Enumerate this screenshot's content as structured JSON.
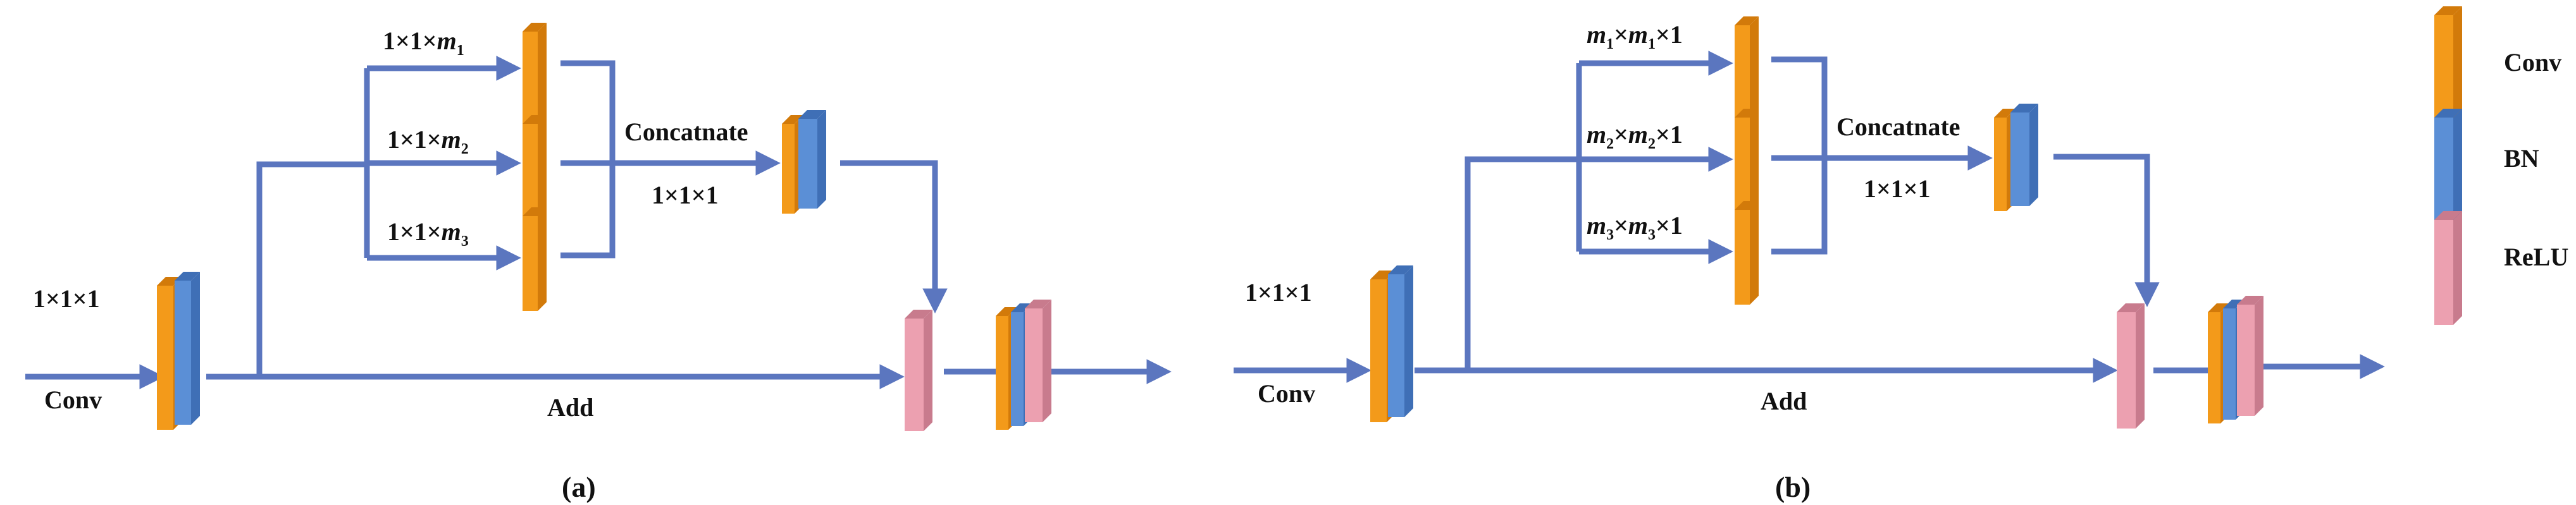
{
  "colors": {
    "conv_front": "#f39a1a",
    "conv_side": "#d27a0a",
    "bn_front": "#5b8fd6",
    "bn_side": "#3f6fb6",
    "relu_front": "#eca0b0",
    "relu_side": "#c87b8d",
    "arrow": "#5b76bf"
  },
  "legend": {
    "items": [
      {
        "label": "Conv",
        "icon": "conv-block-icon"
      },
      {
        "label": "BN",
        "icon": "bn-block-icon"
      },
      {
        "label": "ReLU",
        "icon": "relu-block-icon"
      }
    ]
  },
  "diagram_a": {
    "caption": "(a)",
    "input_kernel": "1×1×1",
    "input_label": "Conv",
    "branches": [
      {
        "prefix": "1×1×",
        "var": "m",
        "sub": "1"
      },
      {
        "prefix": "1×1×",
        "var": "m",
        "sub": "2"
      },
      {
        "prefix": "1×1×",
        "var": "m",
        "sub": "3"
      }
    ],
    "concat_label": "Concatnate",
    "concat_kernel": "1×1×1",
    "add_label": "Add"
  },
  "diagram_b": {
    "caption": "(b)",
    "input_kernel": "1×1×1",
    "input_label": "Conv",
    "branches": [
      {
        "var": "m",
        "sub": "1",
        "tail": "×1"
      },
      {
        "var": "m",
        "sub": "2",
        "tail": "×1"
      },
      {
        "var": "m",
        "sub": "3",
        "tail": "×1"
      }
    ],
    "concat_label": "Concatnate",
    "concat_kernel": "1×1×1",
    "add_label": "Add"
  }
}
